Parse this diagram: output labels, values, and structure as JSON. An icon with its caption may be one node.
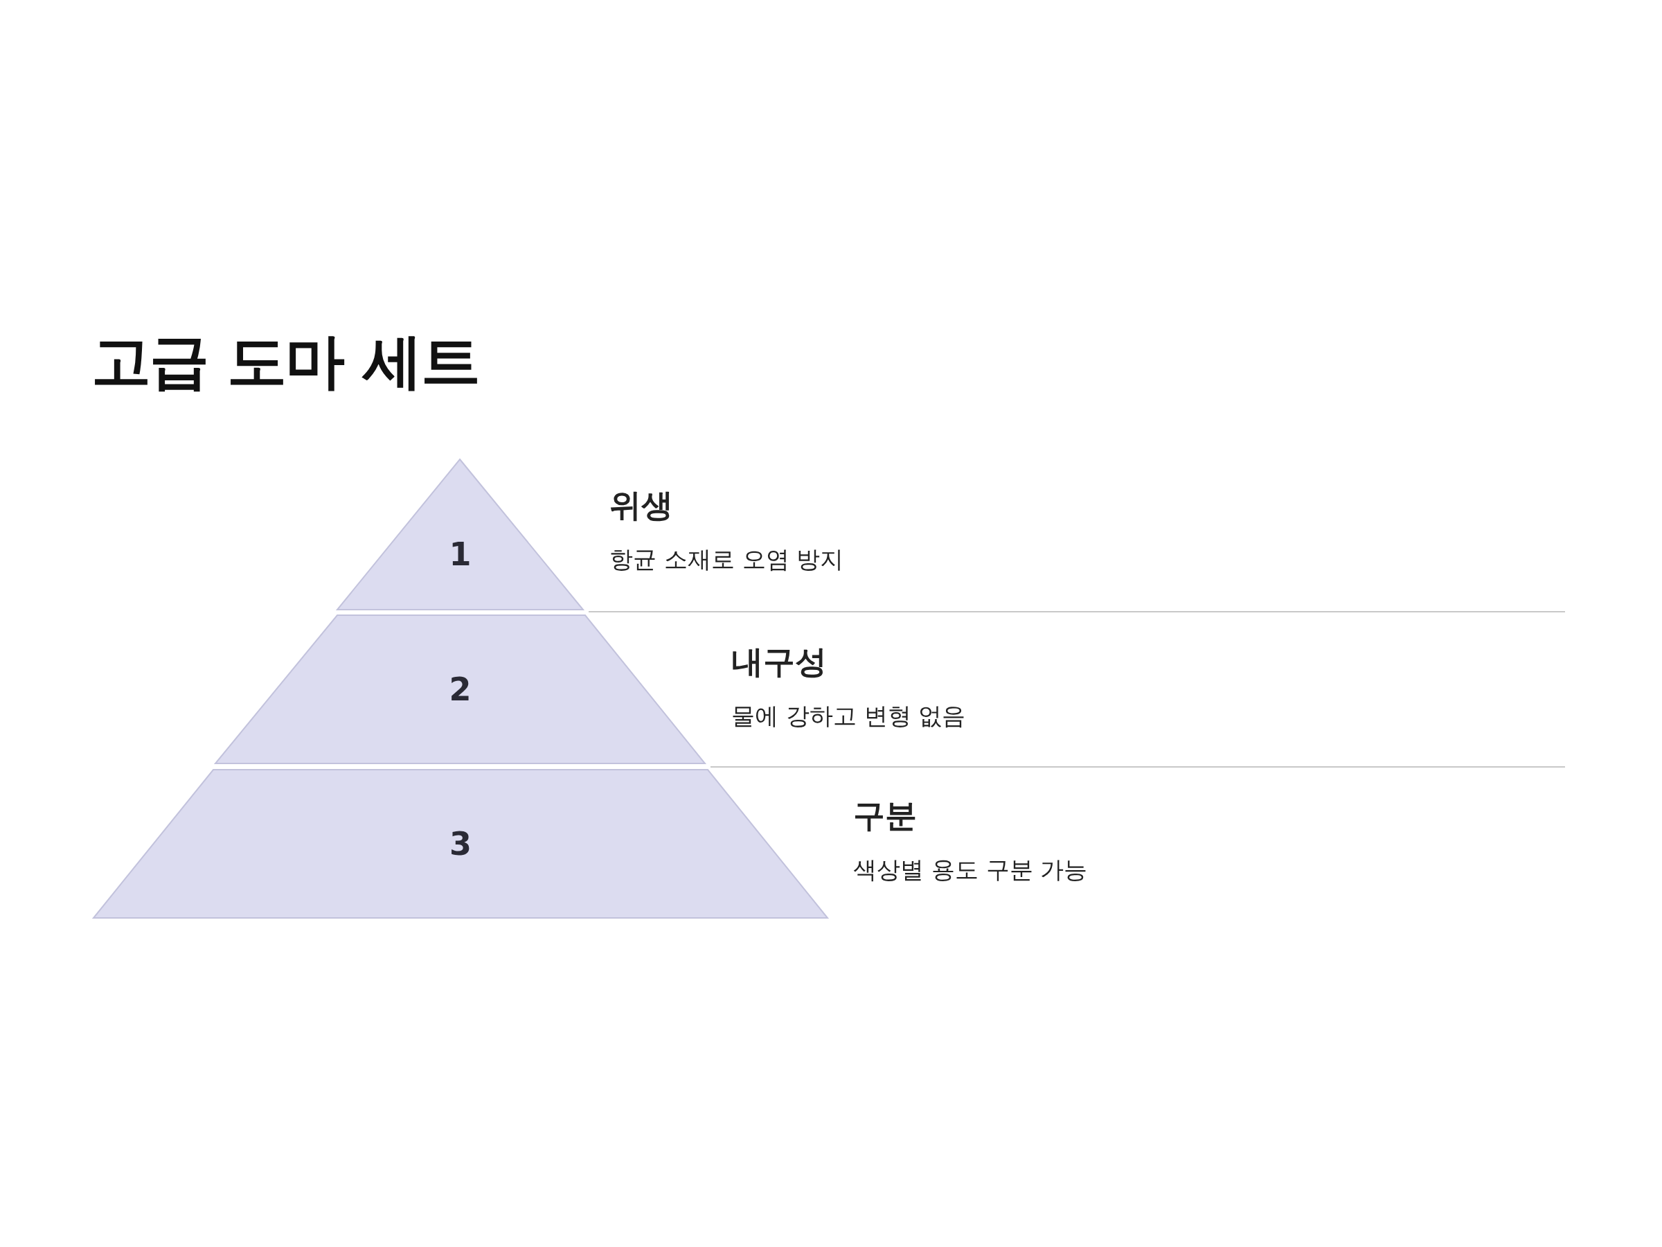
{
  "diagram": {
    "title": "고급 도마 세트",
    "nodes": [
      {
        "text": [
          "1"
        ],
        "beside": [
          "위생",
          "항균 소재로 오염 방지"
        ]
      },
      {
        "text": [
          "2"
        ],
        "beside": [
          "내구성",
          "물에 강하고 변형 없음"
        ]
      },
      {
        "text": [
          "3"
        ],
        "beside": [
          "구분",
          "색상별 용도 구분 가능"
        ]
      }
    ],
    "edges": []
  }
}
